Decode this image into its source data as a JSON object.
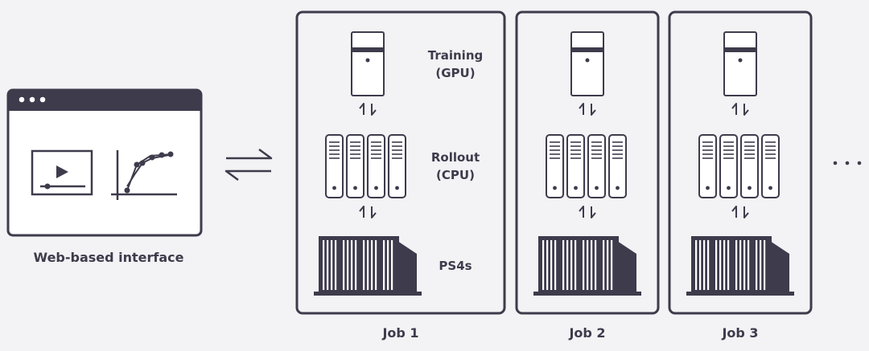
{
  "web_interface": {
    "label": "Web-based interface",
    "icons": [
      "browser-window-icon",
      "video-player-icon",
      "learning-curve-chart-icon"
    ]
  },
  "connector": {
    "icon": "bidirectional-arrows-icon"
  },
  "roles": {
    "training": [
      "Training",
      "(GPU)"
    ],
    "rollout": [
      "Rollout",
      "(CPU)"
    ],
    "ps4s": "PS4s"
  },
  "jobs": [
    {
      "label": "Job 1"
    },
    {
      "label": "Job 2"
    },
    {
      "label": "Job 3"
    }
  ],
  "more": {
    "icon": "ellipsis-icon"
  },
  "colors": {
    "background": "#f3f2f4",
    "stroke": "#3e3b4c",
    "fill": "#ffffff"
  }
}
